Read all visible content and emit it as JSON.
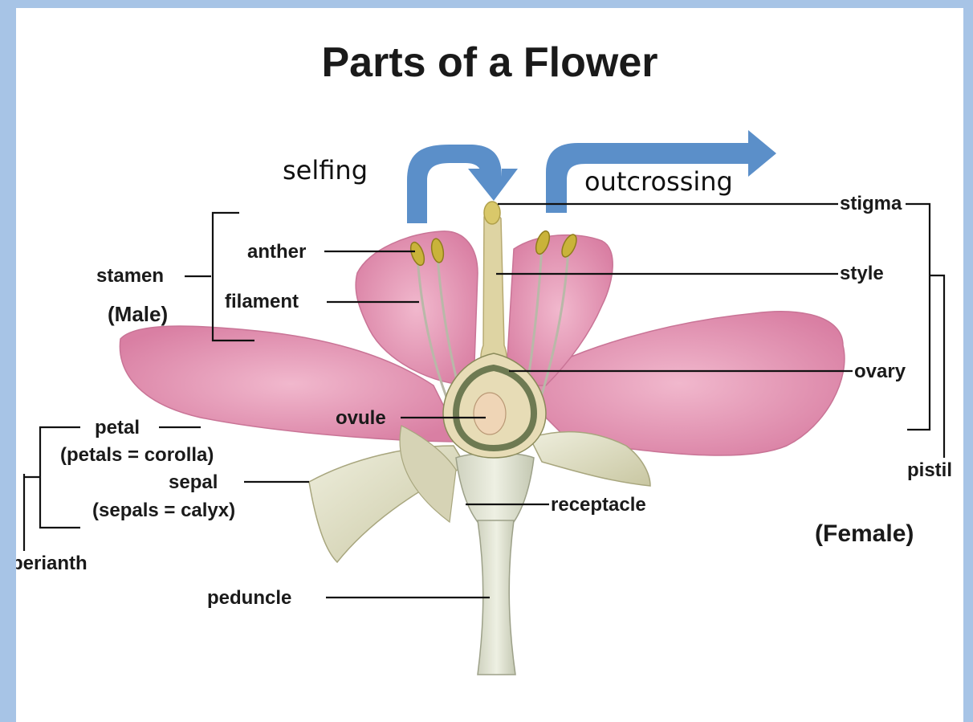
{
  "title": "Parts of a Flower",
  "arrows": {
    "selfing": "selfing",
    "outcrossing": "outcrossing",
    "color": "#5b8fc9"
  },
  "labels": {
    "stamen": "stamen",
    "male": "(Male)",
    "anther": "anther",
    "filament": "filament",
    "stigma": "stigma",
    "style": "style",
    "ovary": "ovary",
    "ovule": "ovule",
    "pistil": "pistil",
    "female": "(Female)",
    "petal": "petal",
    "petals_corolla": "(petals = corolla)",
    "sepal": "sepal",
    "sepals_calyx": "(sepals = calyx)",
    "perianth": "perianth",
    "receptacle": "receptacle",
    "peduncle": "peduncle"
  },
  "colors": {
    "border": "#a7c4e6",
    "petal": "#e8a4bf",
    "sepal": "#dedcc4",
    "style": "#d9cf98",
    "anther": "#c9b33a"
  }
}
